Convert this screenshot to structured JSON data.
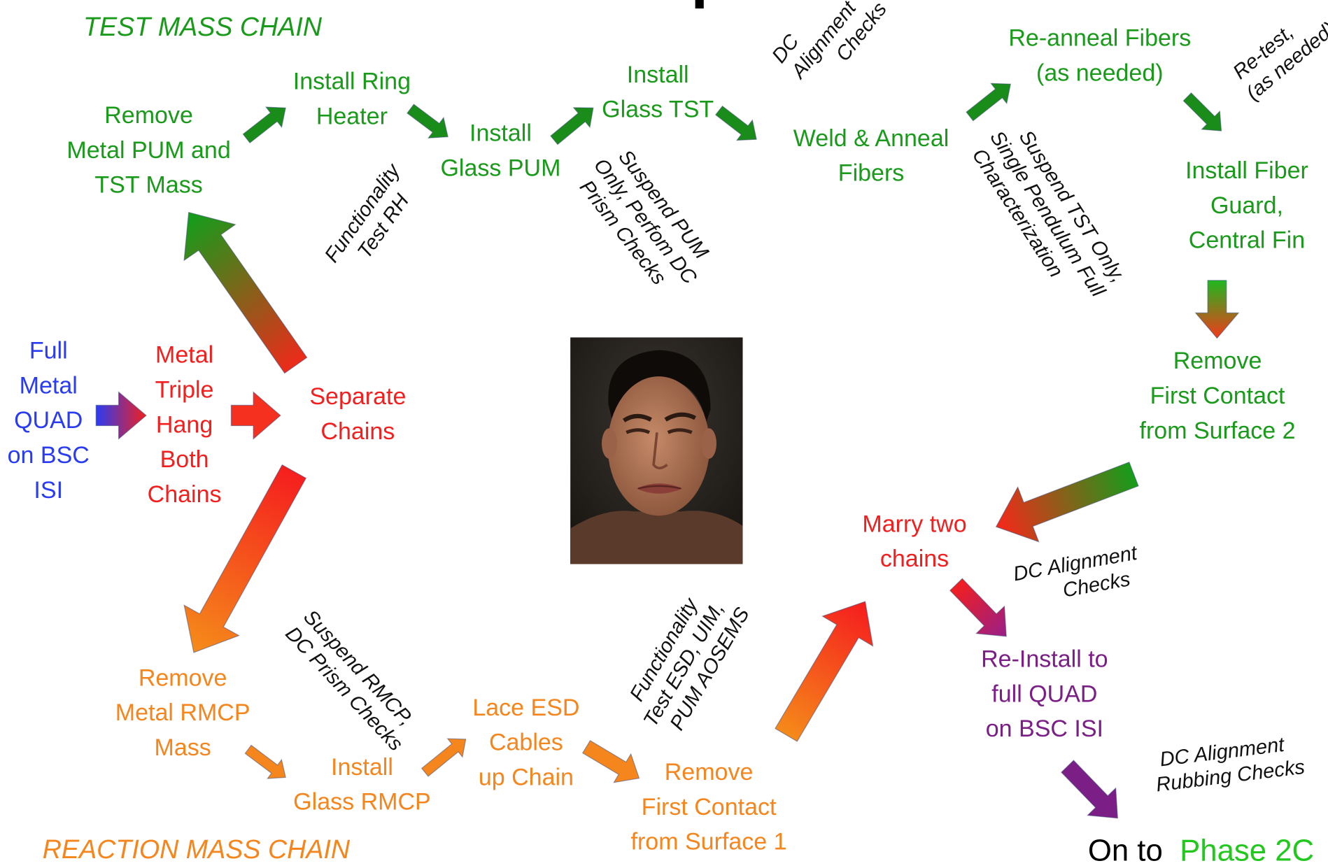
{
  "titles": {
    "test_mass_chain": "TEST MASS CHAIN",
    "reaction_mass_chain": "REACTION MASS CHAIN"
  },
  "nodes": {
    "full_metal_quad": [
      "Full",
      "Metal",
      "QUAD",
      "on BSC",
      "ISI"
    ],
    "metal_triple_hang": [
      "Metal",
      "Triple",
      "Hang",
      "Both",
      "Chains"
    ],
    "separate_chains": [
      "Separate",
      "Chains"
    ],
    "remove_metal_pum": [
      "Remove",
      "Metal PUM and",
      "TST Mass"
    ],
    "install_ring_heater": [
      "Install Ring",
      "Heater"
    ],
    "install_glass_pum": [
      "Install",
      "Glass PUM"
    ],
    "install_glass_tst": [
      "Install",
      "Glass TST"
    ],
    "weld_anneal": [
      "Weld & Anneal",
      "Fibers"
    ],
    "reanneal_fibers": [
      "Re-anneal Fibers",
      "(as needed)"
    ],
    "install_fiber_guard": [
      "Install Fiber",
      "Guard,",
      "Central Fin"
    ],
    "remove_first_contact_2": [
      "Remove",
      "First Contact",
      "from Surface 2"
    ],
    "marry_two_chains": [
      "Marry two",
      "chains"
    ],
    "reinstall_quad": [
      "Re-Install to",
      "full QUAD",
      "on BSC ISI"
    ],
    "remove_metal_rmcp": [
      "Remove",
      "Metal RMCP",
      "Mass"
    ],
    "install_glass_rmcp": [
      "Install",
      "Glass RMCP"
    ],
    "lace_esd": [
      "Lace ESD",
      "Cables",
      "up Chain"
    ],
    "remove_first_contact_1": [
      "Remove",
      "First Contact",
      "from Surface 1"
    ]
  },
  "notes": {
    "functionality_test_rh": [
      "Functionality",
      "Test RH"
    ],
    "suspend_pum": [
      "Suspend PUM",
      "Only, Perfom DC",
      "Prism Checks"
    ],
    "dc_alignment_top": [
      "DC",
      "Alignment",
      "Checks"
    ],
    "suspend_tst": [
      "Suspend TST Only,",
      "Single Pendulum Full",
      "Characterization"
    ],
    "retest": [
      "Re-test,",
      "(as needed)"
    ],
    "dc_alignment_marry": [
      "DC Alignment",
      "Checks"
    ],
    "dc_alignment_rubbing": [
      "DC Alignment",
      "Rubbing Checks"
    ],
    "suspend_rmcp": [
      "Suspend RMCP,",
      "DC Prism Checks"
    ],
    "functionality_esd": [
      "Functionality",
      "Test ESD, UIM,",
      "PUM AOSEMS"
    ]
  },
  "final": {
    "prefix": "On to ",
    "phase": "Phase 2C"
  },
  "colors": {
    "green": "#1a9a1a",
    "red": "#f21f1f",
    "orange": "#f5861e",
    "blue": "#2a3cf2",
    "purple": "#7b1f86",
    "phase_green": "#22c81e"
  }
}
